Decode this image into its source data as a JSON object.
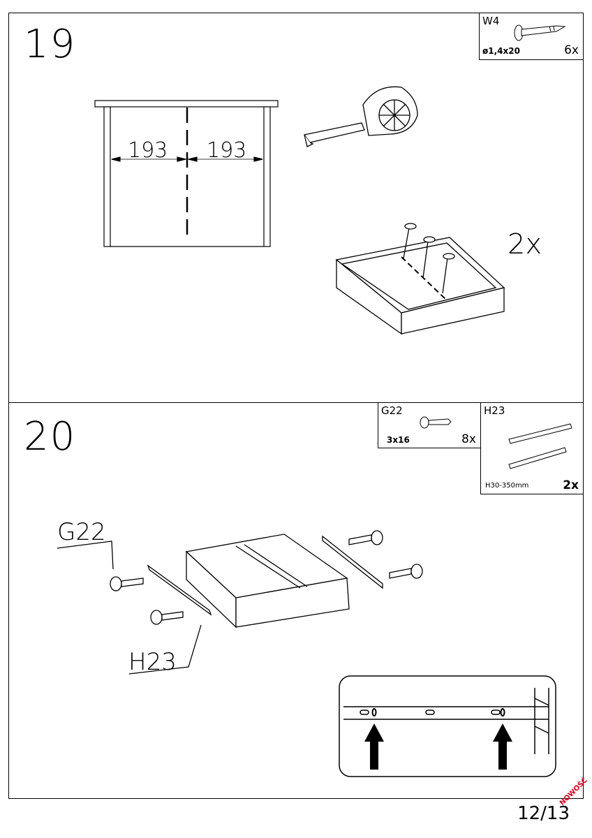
{
  "step19": {
    "number": "19",
    "part": {
      "code": "W4",
      "size": "ø1,4x20",
      "qty": "6x"
    },
    "dimension_left": "193",
    "dimension_right": "193",
    "repeat": "2x"
  },
  "step20": {
    "number": "20",
    "part_a": {
      "code": "G22",
      "size": "3x16",
      "qty": "8x"
    },
    "part_b": {
      "code": "H23",
      "size": "H30-350mm",
      "qty": "2x"
    },
    "label_screw": "G22",
    "label_rail": "H23"
  },
  "footer": {
    "page": "12/13",
    "stamp": "NOWOŚĆ"
  }
}
